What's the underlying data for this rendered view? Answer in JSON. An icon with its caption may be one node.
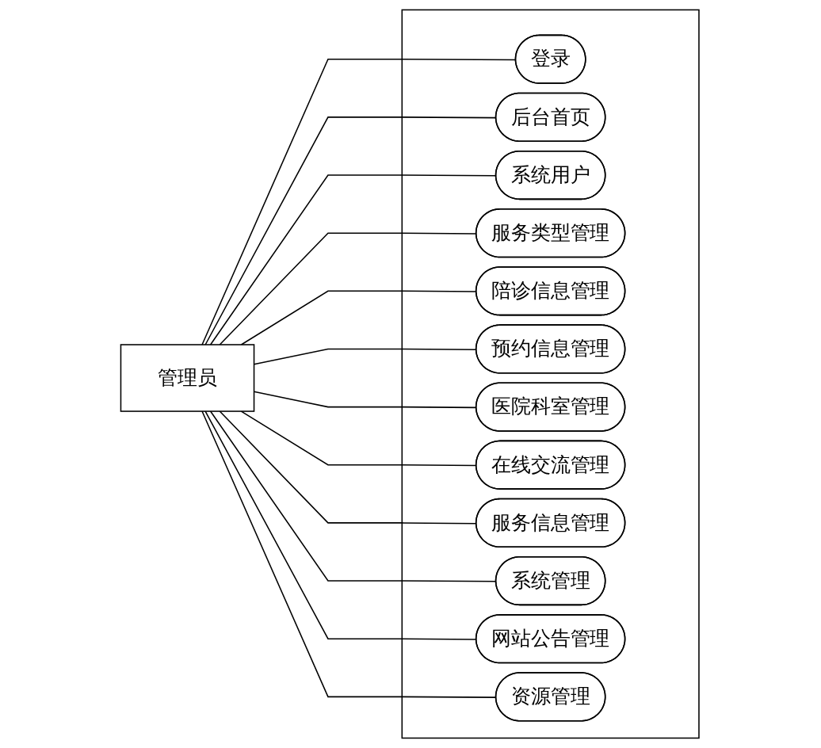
{
  "diagram": {
    "nodes": [
      {
        "text": [
          "管理员"
        ]
      },
      {
        "text": [],
        "shape": "box"
      },
      {
        "text": [
          "登录"
        ],
        "in": 1
      },
      {
        "text": [
          "后台首页"
        ],
        "in": 1
      },
      {
        "text": [
          "系统用户"
        ],
        "in": 1
      },
      {
        "text": [
          "服务类型管理"
        ],
        "in": 1
      },
      {
        "text": [
          "陪诊信息管理"
        ],
        "in": 1
      },
      {
        "text": [
          "预约信息管理"
        ],
        "in": 1
      },
      {
        "text": [
          "医院科室管理"
        ],
        "in": 1
      },
      {
        "text": [
          "在线交流管理"
        ],
        "in": 1
      },
      {
        "text": [
          "服务信息管理"
        ],
        "in": 1
      },
      {
        "text": [
          "系统管理"
        ],
        "in": 1
      },
      {
        "text": [
          "网站公告管理"
        ],
        "in": 1
      },
      {
        "text": [
          "资源管理"
        ],
        "in": 1
      }
    ],
    "edges": [
      {
        "from": 0,
        "to": 2,
        "arrow": "none"
      },
      {
        "from": 0,
        "to": 3,
        "arrow": "none"
      },
      {
        "from": 0,
        "to": 4,
        "arrow": "none"
      },
      {
        "from": 0,
        "to": 5,
        "arrow": "none"
      },
      {
        "from": 0,
        "to": 6,
        "arrow": "none"
      },
      {
        "from": 0,
        "to": 7,
        "arrow": "none"
      },
      {
        "from": 0,
        "to": 8,
        "arrow": "none"
      },
      {
        "from": 0,
        "to": 9,
        "arrow": "none"
      },
      {
        "from": 0,
        "to": 10,
        "arrow": "none"
      },
      {
        "from": 0,
        "to": 11,
        "arrow": "none"
      },
      {
        "from": 0,
        "to": 12,
        "arrow": "none"
      },
      {
        "from": 0,
        "to": 13,
        "arrow": "none"
      }
    ]
  }
}
